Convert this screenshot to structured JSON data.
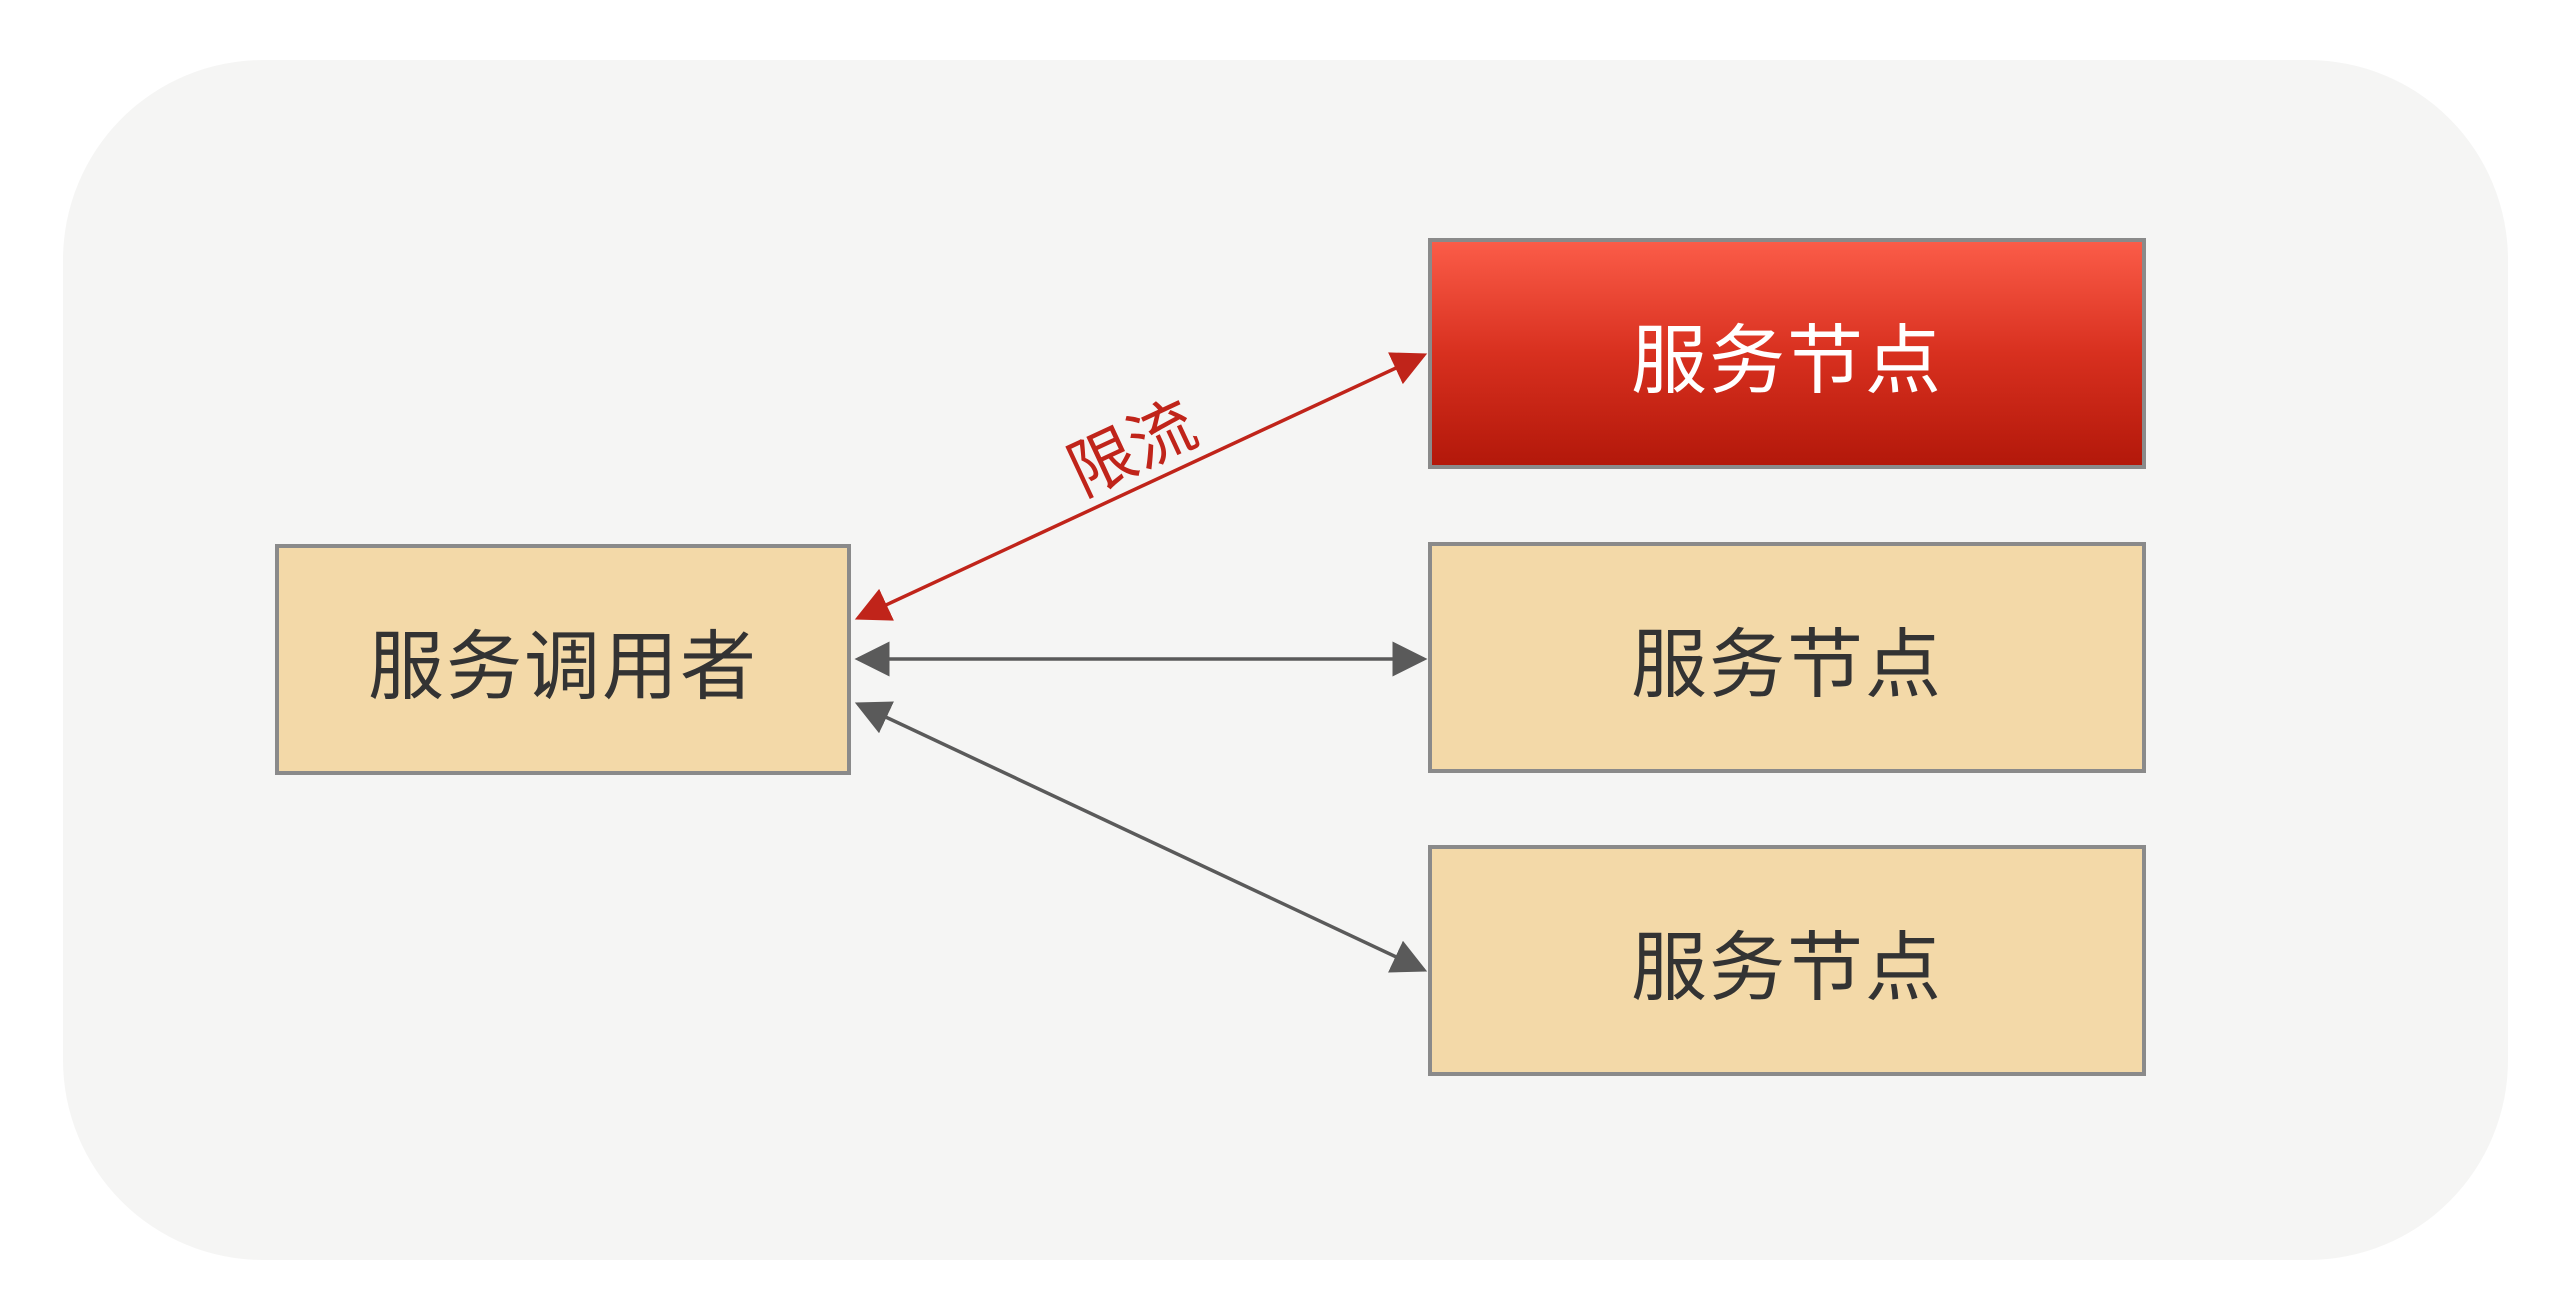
{
  "caller": {
    "label": "服务调用者"
  },
  "nodes": [
    {
      "label": "服务节点",
      "state": "rate-limited"
    },
    {
      "label": "服务节点",
      "state": "normal"
    },
    {
      "label": "服务节点",
      "state": "normal"
    }
  ],
  "edges": [
    {
      "from": "caller",
      "to": "nodes.0",
      "label": "限流",
      "color": "#c0241a"
    },
    {
      "from": "caller",
      "to": "nodes.1",
      "label": "",
      "color": "#5a5a5a"
    },
    {
      "from": "caller",
      "to": "nodes.2",
      "label": "",
      "color": "#5a5a5a"
    }
  ],
  "colors": {
    "background": "#f5f5f4",
    "node_fill": "#f3d9a8",
    "node_border": "#8a8a8a",
    "limited_node_fill": "#d8301f",
    "limit_edge": "#c0241a",
    "normal_edge": "#5a5a5a"
  }
}
